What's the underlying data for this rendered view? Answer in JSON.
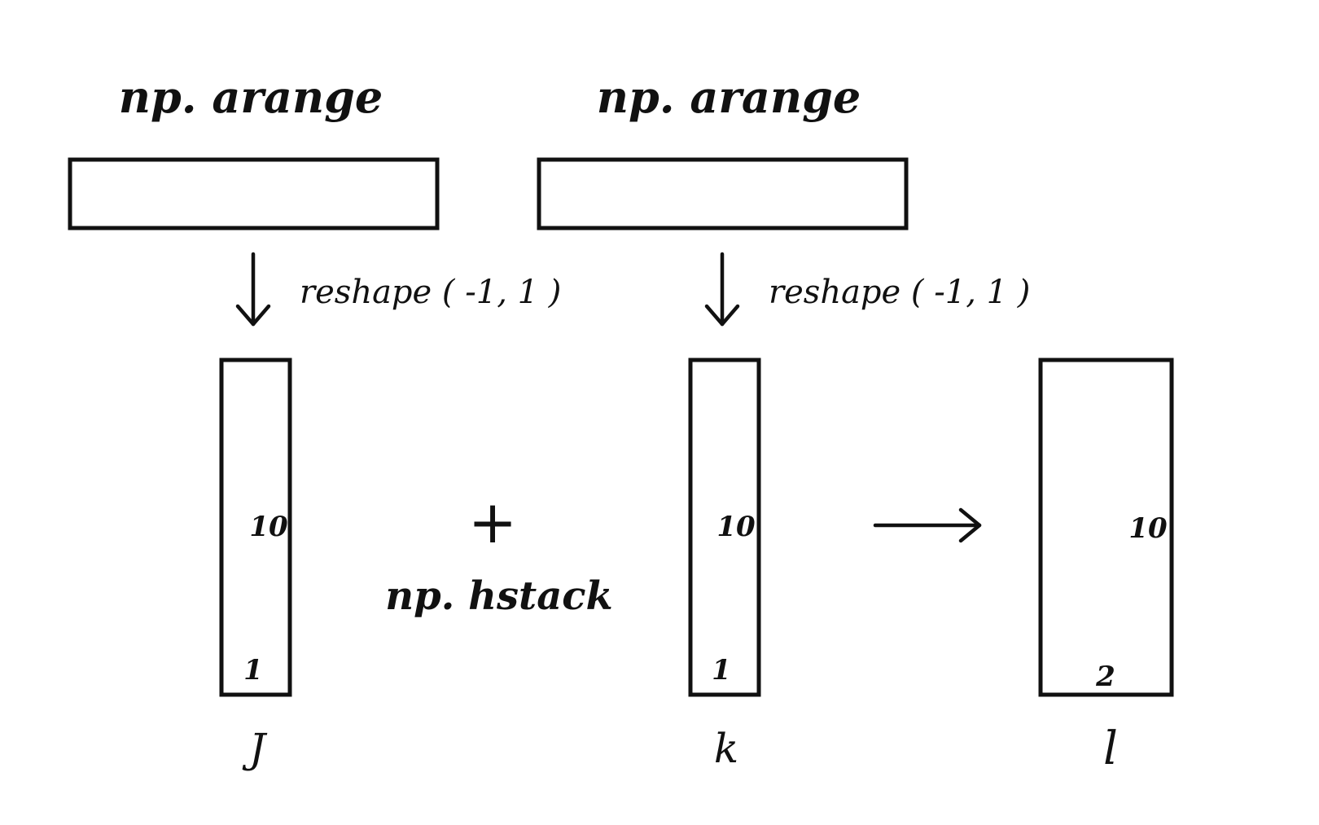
{
  "left_chain": {
    "source_label": "np. arange",
    "reshape_label": "reshape ( -1, 1 )",
    "column_rows": "10",
    "column_cols": "1",
    "name": "J"
  },
  "right_chain": {
    "source_label": "np. arange",
    "reshape_label": "reshape ( -1, 1 )",
    "column_rows": "10",
    "column_cols": "1",
    "name": "k"
  },
  "combine": {
    "operator": "+",
    "function_label": "np. hstack"
  },
  "result": {
    "rows": "10",
    "cols": "2",
    "name": "l"
  },
  "colors": {
    "ink": "#111111",
    "background": "#ffffff"
  }
}
